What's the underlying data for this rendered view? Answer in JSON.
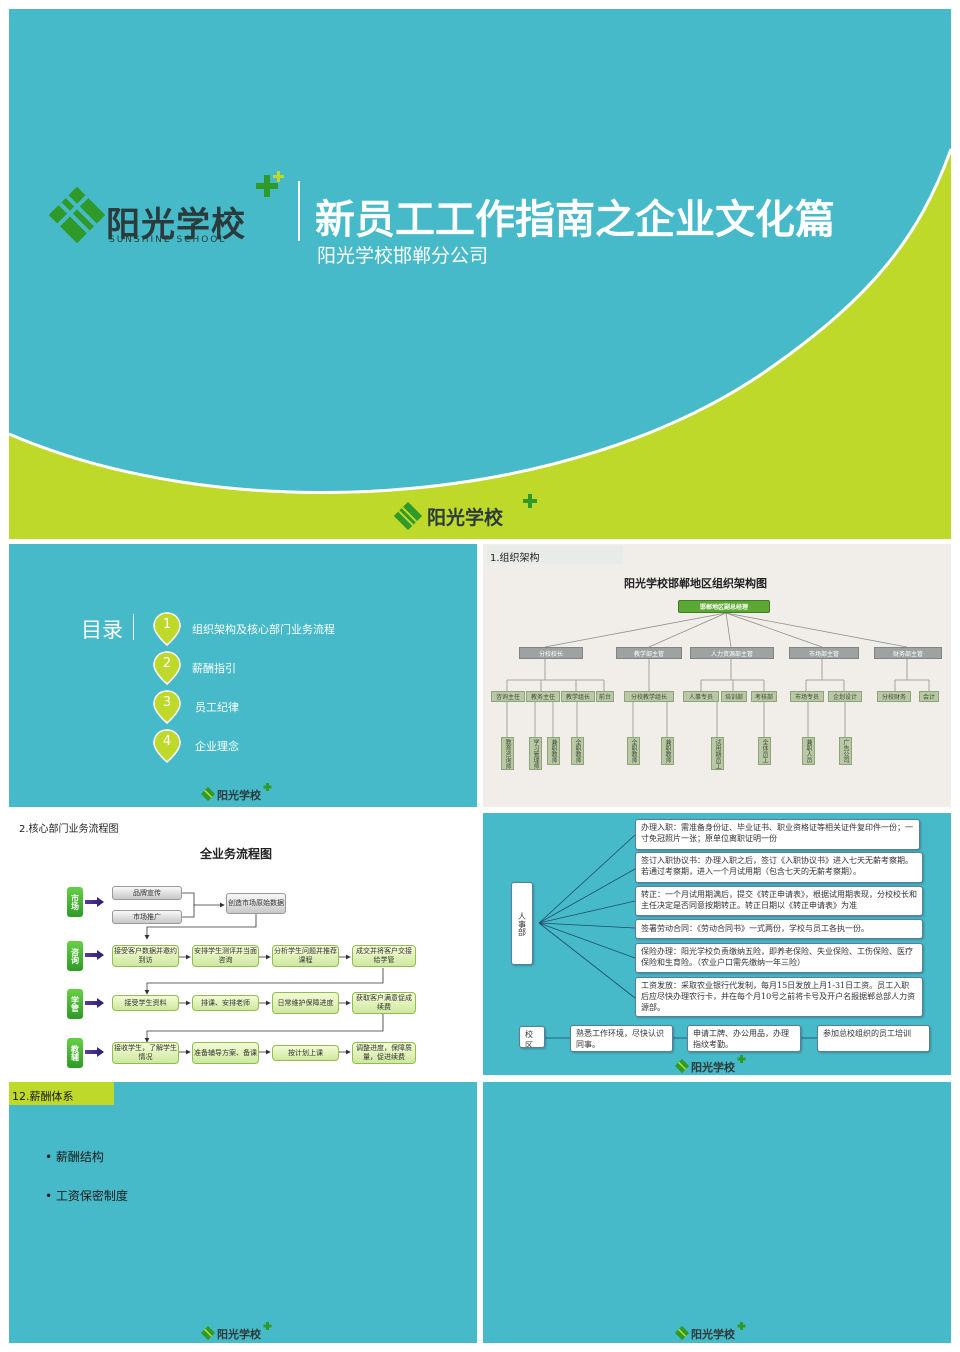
{
  "title_slide": {
    "logo_cn": "阳光学校",
    "logo_en": "SUNSHINE SCHOOL",
    "title": "新员工工作指南之企业文化篇",
    "subtitle": "阳光学校邯郸分公司",
    "footer_logo": "阳光学校"
  },
  "toc_slide": {
    "heading": "目录",
    "items": [
      {
        "num": "1",
        "label": "组织架构及核心部门业务流程"
      },
      {
        "num": "2",
        "label": "薪酬指引"
      },
      {
        "num": "3",
        "label": "员工纪律"
      },
      {
        "num": "4",
        "label": "企业理念"
      }
    ],
    "footer_logo": "阳光学校"
  },
  "org_slide": {
    "section": "1.组织架构",
    "title": "阳光学校邯郸地区组织架构图",
    "root": "邯郸地区副总经理",
    "departments": [
      {
        "label": "分校校长",
        "children": [
          "咨询主任",
          "教务主任",
          "教学组长",
          "前台"
        ]
      },
      {
        "label": "教学部主管",
        "children": [
          "分校教学组长"
        ]
      },
      {
        "label": "人力资源部主管",
        "children": [
          "人事专员",
          "培训部",
          "考核部"
        ]
      },
      {
        "label": "市场部主管",
        "children": [
          "市场专员",
          "企划设计"
        ]
      },
      {
        "label": "财务部主管",
        "children": [
          "分校财务",
          "会计"
        ]
      }
    ],
    "leaves": [
      "教育咨询师",
      "学习管理师",
      "兼职教师",
      "全职教师",
      "全职教师",
      "兼职教师",
      "试用期员工",
      "全体员工",
      "兼职人员",
      "广告公司"
    ]
  },
  "flow_slide": {
    "section": "2.核心部门业务流程图",
    "title": "全业务流程图",
    "rows": [
      {
        "side": "市场",
        "steps": [
          "品牌宣传",
          "市场推广",
          "创造市场原始数据"
        ]
      },
      {
        "side": "咨询",
        "steps": [
          "接受客户数据并邀约到访",
          "安排学生测评并当面咨询",
          "分析学生问题并推荐课程",
          "成交并将客户交接给学管"
        ]
      },
      {
        "side": "学管",
        "steps": [
          "接受学生资料",
          "排课、安排老师",
          "日常维护保障进度",
          "获取客户满意促成续费"
        ]
      },
      {
        "side": "教辅",
        "steps": [
          "接收学生，了解学生情况",
          "准备辅导方案、备课",
          "按计划上课",
          "调整进度，保障质量，促进续费"
        ]
      }
    ]
  },
  "hr_slide": {
    "hub": "人事部",
    "items": [
      "办理入职：需准备身份证、毕业证书、职业资格证等相关证件复印件一份；一寸免冠照片一张；原单位离职证明一份",
      "签订入职协议书：办理入职之后，签订《入职协议书》进入七天无薪考察期。若通过考察期，进入一个月试用期（包含七天的无薪考察期）。",
      "转正：一个月试用期满后，提交《转正申请表》，根据试用期表现，分校校长和主任决定是否同意按期转正。转正日期以《转正申请表》为准",
      "签署劳动合同：《劳动合同书》一式两份，学校与员工各执一份。",
      "保险办理：阳光学校负责缴纳五险，即养老保险、失业保险、工伤保险、医疗保险和生育险。（农业户口需先缴纳一年三险）",
      "工资发放：采取农业银行代发制，每月15日发放上月1-31日工资。员工入职后应尽快办理农行卡，并在每个月10号之前将卡号及开户名报据郸总部人力资源部。"
    ],
    "bottom": [
      "校区",
      "熟悉工作环境，尽快认识同事。",
      "申请工牌、办公用品，办理指纹考勤。",
      "参加总校组织的员工培训"
    ],
    "footer_logo": "阳光学校"
  },
  "salary_slide": {
    "section": "12.薪酬体系",
    "bullets": [
      "薪酬结构",
      "工资保密制度"
    ],
    "footer_logo": "阳光学校"
  },
  "blank_slide": {
    "footer_logo": "阳光学校"
  },
  "colors": {
    "teal": "#47bac9",
    "lime": "#bfd92b",
    "green": "#2f9a28"
  }
}
